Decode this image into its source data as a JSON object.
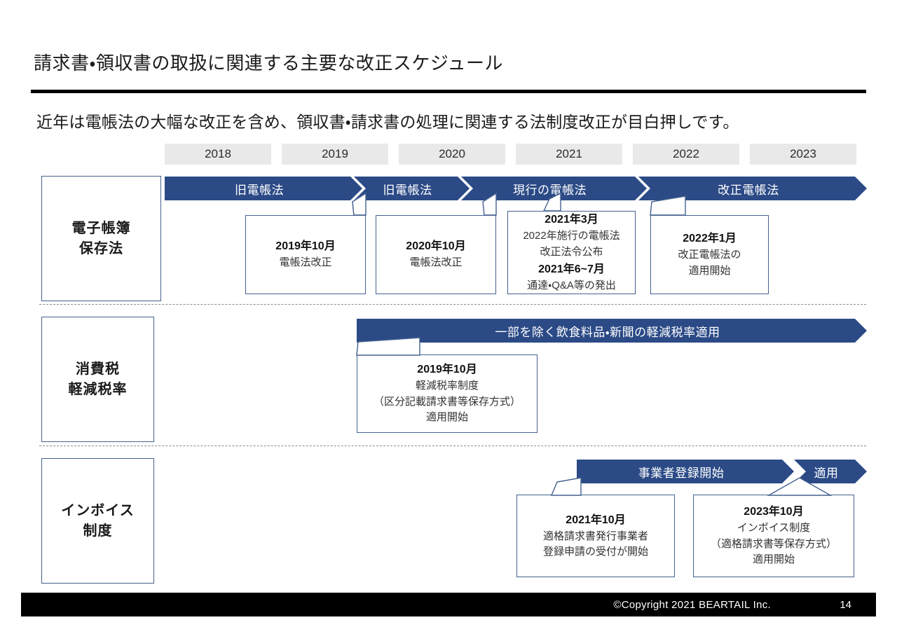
{
  "slide": {
    "title": "請求書・領収書の取扱に関連する主要な改正スケジュール",
    "lead": "近年は電帳法の大幅な改正を含め、領収書・請求書の処理に関連する法制度改正が目白押しです。",
    "accent_color": "#2b4a86",
    "border_color": "#44618f",
    "year_band_color": "#e9e9e9"
  },
  "timeline": {
    "years": [
      "2018",
      "2019",
      "2020",
      "2021",
      "2022",
      "2023"
    ]
  },
  "rows": [
    {
      "label": "電子帳簿\n保存法",
      "label_line1": "電子帳簿",
      "label_line2": "保存法",
      "bars": [
        {
          "text": "旧電帳法"
        },
        {
          "text": "旧電帳法"
        },
        {
          "text": "現行の電帳法"
        },
        {
          "text": "改正電帳法"
        }
      ],
      "callouts": [
        {
          "heading": "2019年10月",
          "lines": [
            "電帳法改正"
          ]
        },
        {
          "heading": "2020年10月",
          "lines": [
            "電帳法改正"
          ]
        },
        {
          "heading": "2021年3月",
          "lines": [
            "2022年施行の電帳法",
            "改正法令公布"
          ],
          "heading2": "2021年6~7月",
          "lines2": [
            "通達・Q&A等の発出"
          ]
        },
        {
          "heading": "2022年1月",
          "lines": [
            "改正電帳法の",
            "適用開始"
          ]
        }
      ]
    },
    {
      "label_line1": "消費税",
      "label_line2": "軽減税率",
      "bars": [
        {
          "text": "一部を除く飲食料品・新聞の軽減税率適用"
        }
      ],
      "callouts": [
        {
          "heading": "2019年10月",
          "lines": [
            "軽減税率制度",
            "（区分記載請求書等保存方式）",
            "適用開始"
          ]
        }
      ]
    },
    {
      "label_line1": "インボイス",
      "label_line2": "制度",
      "bars": [
        {
          "text": "事業者登録開始"
        },
        {
          "text": "適用"
        }
      ],
      "callouts": [
        {
          "heading": "2021年10月",
          "lines": [
            "適格請求書発行事業者",
            "登録申請の受付が開始"
          ]
        },
        {
          "heading": "2023年10月",
          "lines": [
            "インボイス制度",
            "（適格請求書等保存方式）",
            "適用開始"
          ]
        }
      ]
    }
  ],
  "footer": {
    "copyright": "©Copyright 2021 BEARTAIL Inc.",
    "page_number": "14"
  }
}
